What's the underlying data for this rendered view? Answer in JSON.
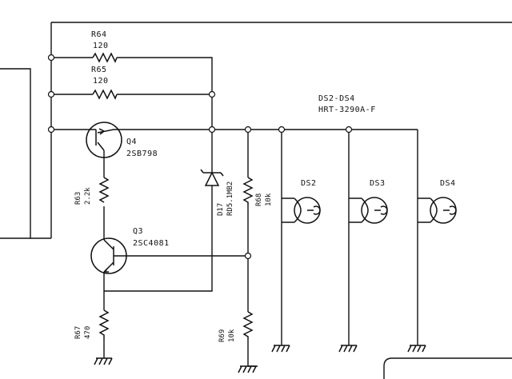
{
  "resistors": {
    "r64": {
      "ref": "R64",
      "value": "120"
    },
    "r65": {
      "ref": "R65",
      "value": "120"
    },
    "r63": {
      "ref": "R63",
      "value": "2.2k"
    },
    "r67": {
      "ref": "R67",
      "value": "470"
    },
    "r68": {
      "ref": "R68",
      "value": "10k"
    },
    "r69": {
      "ref": "R69",
      "value": "10k"
    }
  },
  "transistors": {
    "q4": {
      "ref": "Q4",
      "part": "2SB798"
    },
    "q3": {
      "ref": "Q3",
      "part": "2SC4081"
    }
  },
  "diode": {
    "ref": "D17",
    "part": "RD5.1MB2"
  },
  "lamps": {
    "group_ref": "DS2-DS4",
    "group_part": "HRT-3290A-F",
    "ds2": "DS2",
    "ds3": "DS3",
    "ds4": "DS4"
  }
}
